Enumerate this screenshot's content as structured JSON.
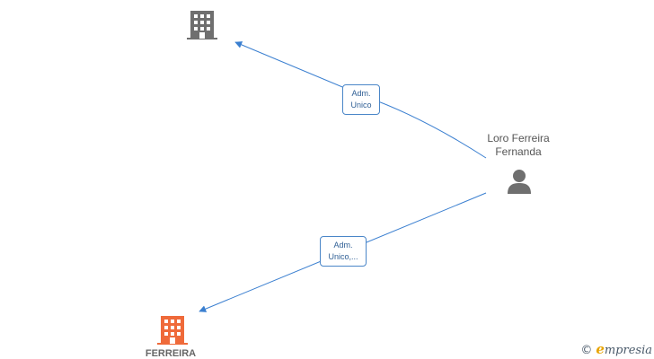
{
  "nodes": {
    "company_top": {
      "name": "",
      "icon": "building-icon",
      "color": "#6f6f6f"
    },
    "person": {
      "name_line1": "Loro Ferreira",
      "name_line2": "Fernanda",
      "icon": "person-icon",
      "color": "#6f6f6f"
    },
    "company_bottom": {
      "name": "FERREIRA",
      "icon": "building-icon",
      "color": "#ef6a3a"
    }
  },
  "edges": [
    {
      "line1": "Adm.",
      "line2": "Unico"
    },
    {
      "line1": "Adm.",
      "line2": "Unico,..."
    }
  ],
  "colors": {
    "edge": "#3a7fd0",
    "label_border": "#4a86c8"
  },
  "watermark": {
    "copyright": "©",
    "brand_initial": "e",
    "brand_rest": "mpresia"
  }
}
